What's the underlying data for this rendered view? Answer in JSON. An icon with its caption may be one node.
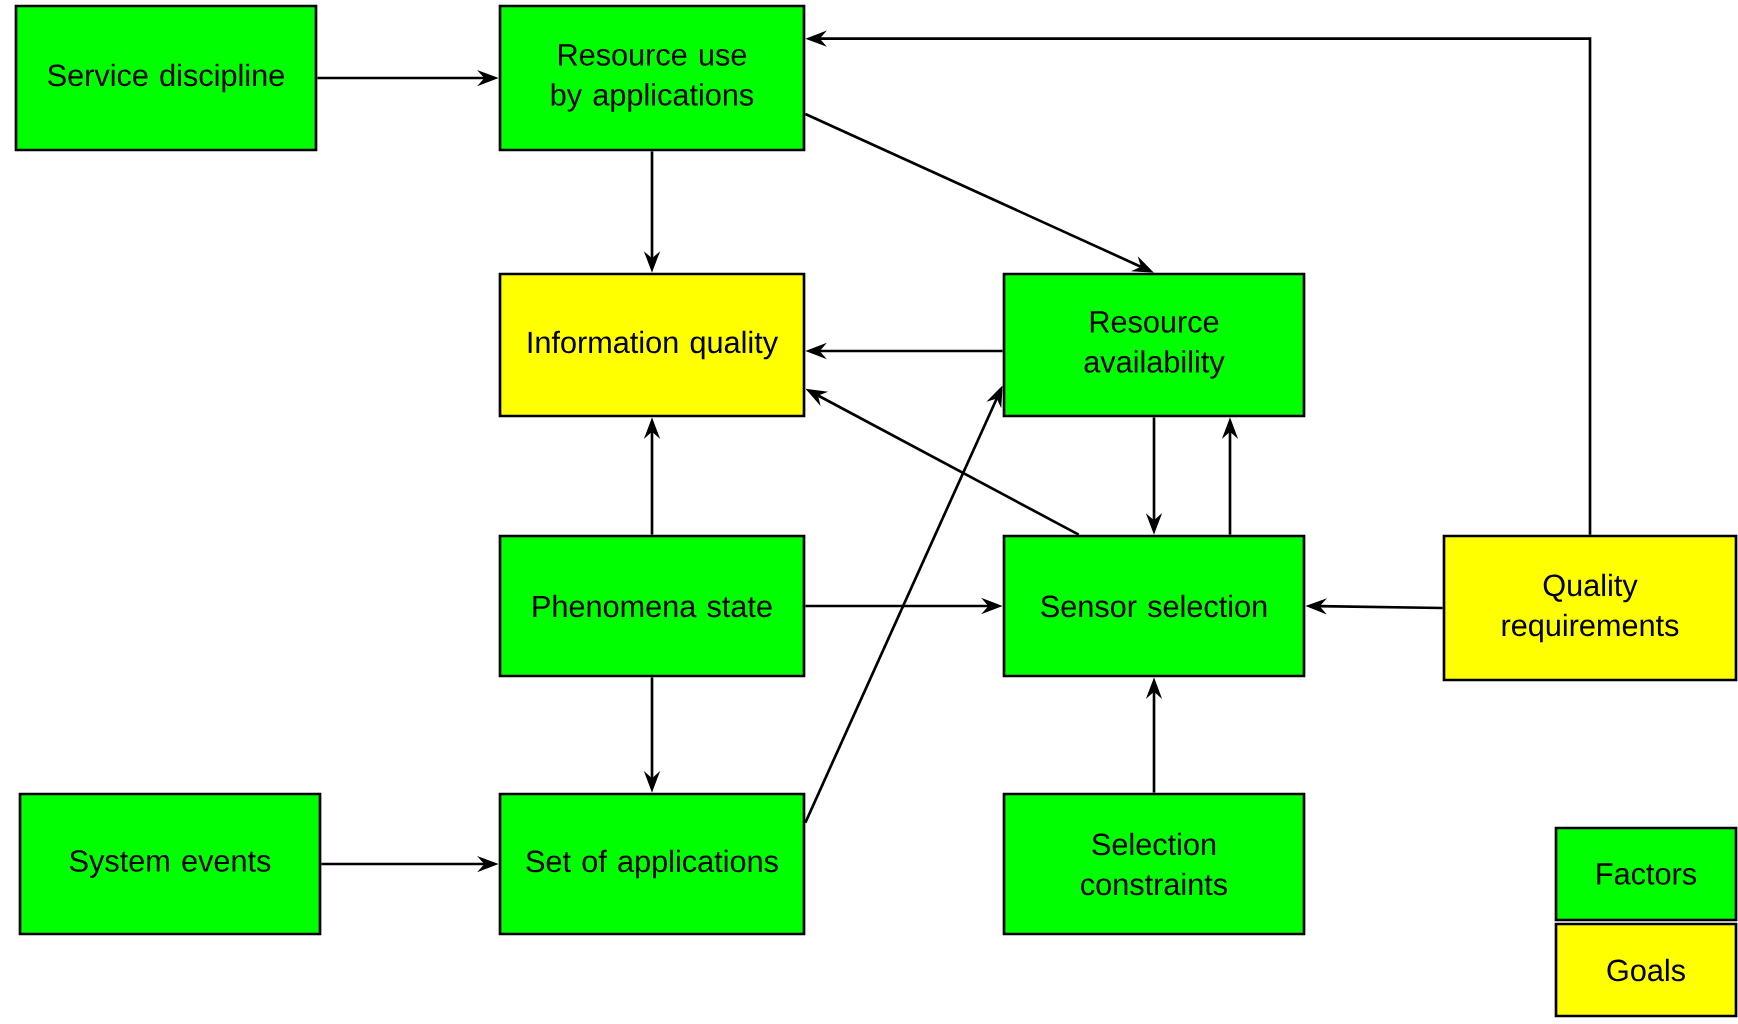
{
  "diagram": {
    "nodes": [
      {
        "text": [
          "Service discipline"
        ]
      },
      {
        "text": [
          "Resource use by applications"
        ]
      },
      {
        "text": [
          "Information quality"
        ]
      },
      {
        "text": [
          "Resource availability"
        ]
      },
      {
        "text": [
          "Phenomena state"
        ]
      },
      {
        "text": [
          "Sensor selection"
        ]
      },
      {
        "text": [
          "Quality requirements"
        ]
      },
      {
        "text": [
          "System events"
        ]
      },
      {
        "text": [
          "Set of applications"
        ]
      },
      {
        "text": [
          "Selection constraints"
        ]
      }
    ],
    "edges": [
      {
        "from": 0,
        "to": 1,
        "arrow": "to"
      },
      {
        "from": 1,
        "to": 2,
        "arrow": "to"
      },
      {
        "from": 1,
        "to": 3,
        "arrow": "to"
      },
      {
        "from": 3,
        "to": 2,
        "arrow": "to"
      },
      {
        "from": 5,
        "to": 2,
        "arrow": "to"
      },
      {
        "from": 3,
        "to": 5,
        "arrow": "to"
      },
      {
        "from": 5,
        "to": 3,
        "arrow": "to"
      },
      {
        "from": 4,
        "to": 2,
        "arrow": "to"
      },
      {
        "from": 4,
        "to": 5,
        "arrow": "to"
      },
      {
        "from": 6,
        "to": 5,
        "arrow": "to"
      },
      {
        "from": 6,
        "to": 1,
        "arrow": "to"
      },
      {
        "from": 4,
        "to": 8,
        "arrow": "to"
      },
      {
        "from": 7,
        "to": 8,
        "arrow": "to"
      },
      {
        "from": 8,
        "to": 3,
        "arrow": "to"
      },
      {
        "from": 9,
        "to": 5,
        "arrow": "to"
      }
    ],
    "legend": [
      {
        "text": "Factors",
        "color": "#00ff00"
      },
      {
        "text": "Goals",
        "color": "#ffff00"
      }
    ]
  }
}
